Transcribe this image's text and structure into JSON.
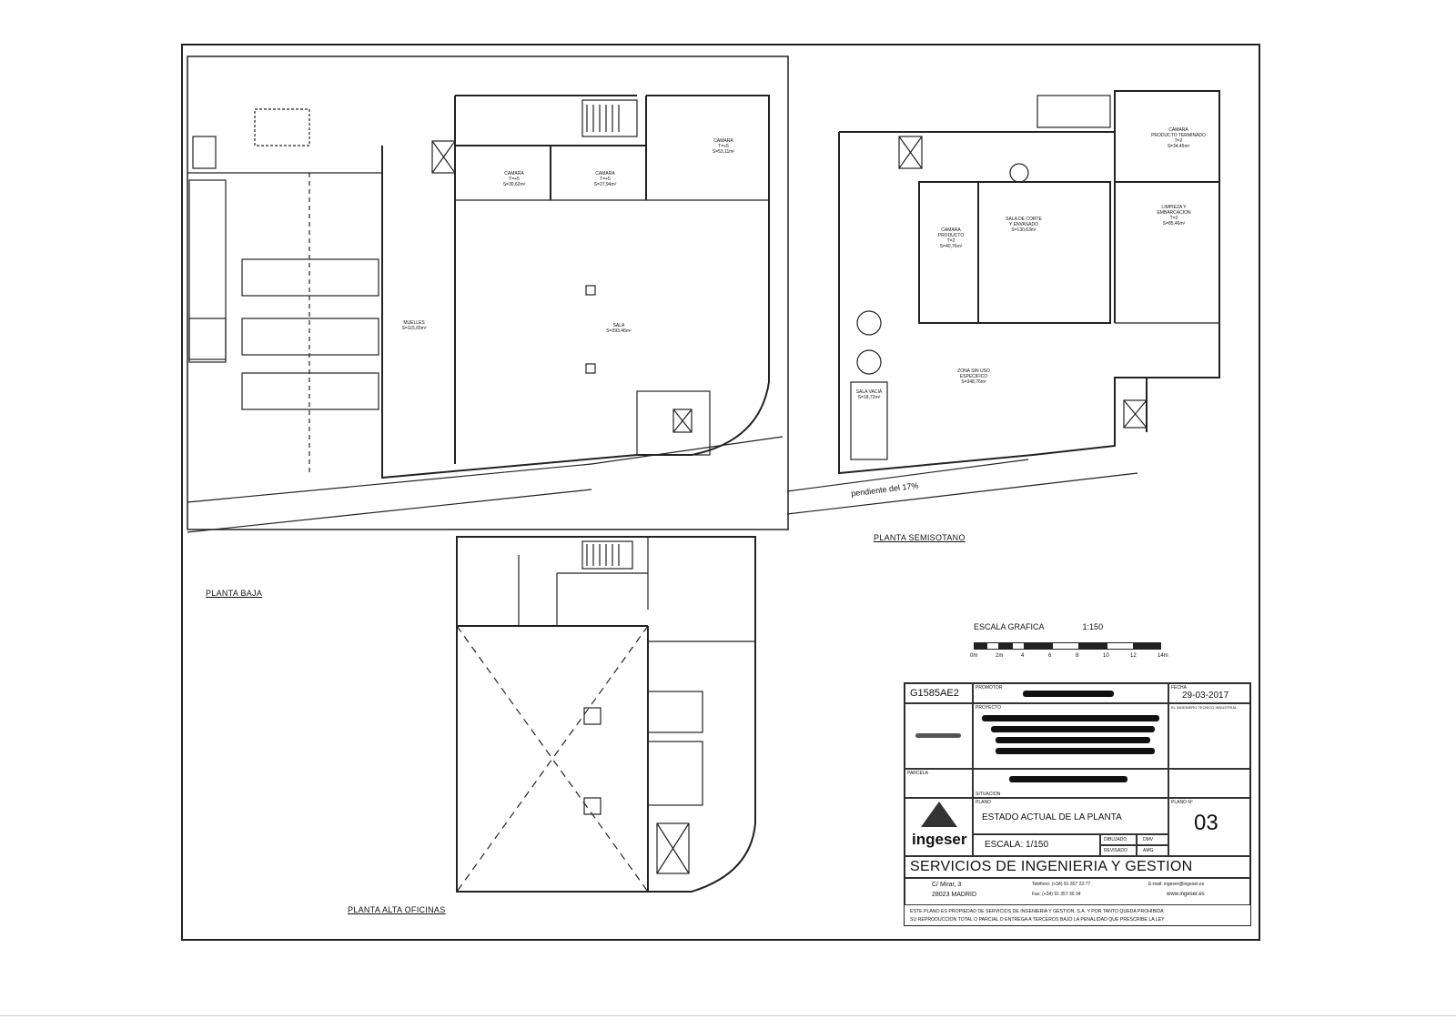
{
  "plans": {
    "planta_baja": "PLANTA BAJA",
    "planta_semisotano": "PLANTA SEMISOTANO",
    "planta_alta": "PLANTA ALTA OFICINAS",
    "pendiente": "pendiente del 17%"
  },
  "rooms": {
    "camara1": "CAMARA\nT=+5\nS=30,62m²",
    "camara2": "CAMARA\nT=+5\nS=27,94m²",
    "camara3": "CAMARA\nT=+5\nS=53,11m²",
    "sala": "SALA\nS=393,46m²",
    "muelles": "MUELLES\nS=115,65m²",
    "camara_producto": "CAMARA\nPRODUCTO\nT=2\nS=40,76m²",
    "sala_corte": "SALA DE CORTE\nY ENVASADO\nS=130,63m²",
    "zona_uso": "ZONA SIN USO\nESPECIFICO\nS=348,76m²",
    "sala_vacia": "SALA VACIA\nS=18,72m²",
    "camara_prod_tr": "CAMARA\nPRODUCTO TERMINADO\nT=2\nS=34,45m²",
    "limpieza": "LIMPIEZA Y\nEMBARCACION\nT=2\nS=85,46m²"
  },
  "scale": {
    "title": "ESCALA GRAFICA",
    "ratio": "1:150",
    "ticks": [
      "0m",
      "2m",
      "4",
      "6",
      "8",
      "10",
      "12",
      "14m"
    ]
  },
  "titleblock": {
    "code": "G1585AE2",
    "fecha_label": "FECHA",
    "fecha": "29-03-2017",
    "promotor_label": "PROMOTOR",
    "proyecto_label": "PROYECTO",
    "ingeniero_label": "EL INGENIERO TECNICO INDUSTRIAL",
    "situacion_label": "SITUACION",
    "autor_label": "PARCELA",
    "plano_label": "PLANO",
    "plano_num_label": "PLANO Nº",
    "plano_title": "ESTADO ACTUAL DE LA PLANTA",
    "plano_num": "03",
    "escala": "ESCALA: 1/150",
    "dibujado_label": "DIBUJADO",
    "dibujado_val": "DMV",
    "revisado_label": "REVISADO",
    "revisado_val": "AMG",
    "logo": "ingeser",
    "company": "SERVICIOS DE INGENIERIA Y GESTION",
    "address1": "C/ Mirar, 3",
    "address2": "28023 MADRID",
    "phone": "Teléfono: (+34) 91 357 23 77",
    "fax": "Fax: (+34) 91 357 30 34",
    "email": "E-mail: ingeser@ingeser.es",
    "web": "www.ingeser.es",
    "disclaimer1": "ESTE PLANO ES PROPIEDAD DE SERVICIOS DE INGENIERIA Y GESTION, S.A. Y POR TANTO QUEDA PROHIBIDA",
    "disclaimer2": "SU REPRODUCCION TOTAL O PARCIAL O ENTREGA A TERCEROS BAJO LA PENALIDAD QUE PRESCRIBE LA LEY"
  }
}
